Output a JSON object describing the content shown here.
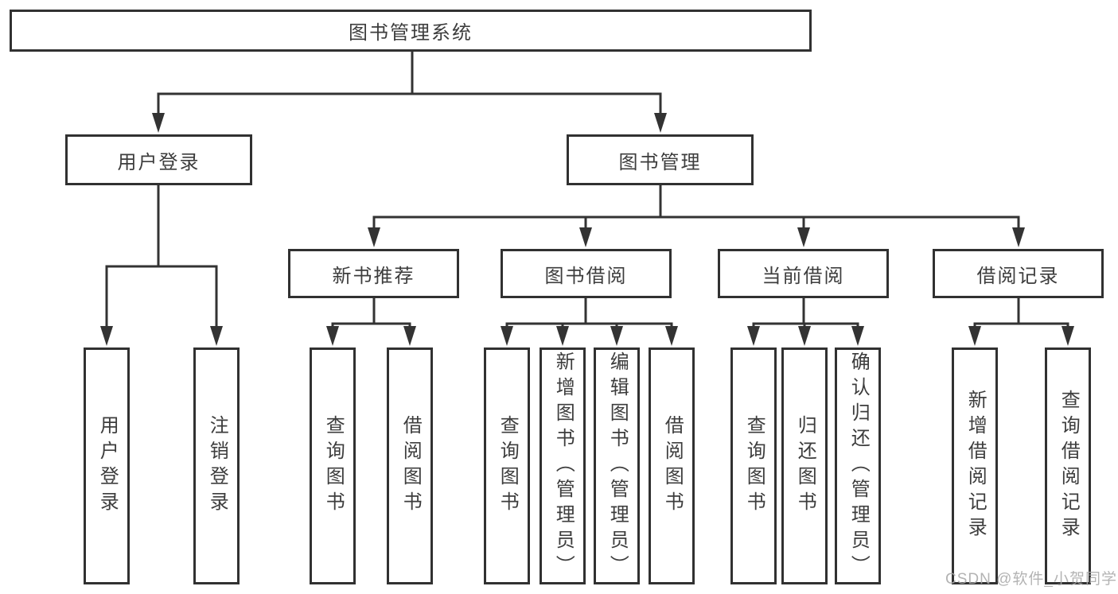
{
  "root": {
    "label": "图书管理系统"
  },
  "branches": {
    "user": {
      "label": "用户登录",
      "children": [
        {
          "label": "用户登录"
        },
        {
          "label": "注销登录"
        }
      ]
    },
    "book": {
      "label": "图书管理",
      "groups": [
        {
          "label": "新书推荐",
          "children": [
            {
              "label": "查询图书"
            },
            {
              "label": "借阅图书"
            }
          ]
        },
        {
          "label": "图书借阅",
          "children": [
            {
              "label": "查询图书"
            },
            {
              "label": "新增图书（管理员）"
            },
            {
              "label": "编辑图书（管理员）"
            },
            {
              "label": "借阅图书"
            }
          ]
        },
        {
          "label": "当前借阅",
          "children": [
            {
              "label": "查询图书"
            },
            {
              "label": "归还图书"
            },
            {
              "label": "确认归还（管理员）"
            }
          ]
        },
        {
          "label": "借阅记录",
          "children": [
            {
              "label": "新增借阅记录"
            },
            {
              "label": "查询借阅记录"
            }
          ]
        }
      ]
    }
  },
  "watermark": "CSDN @软件_小贺同学",
  "colors": {
    "line": "#333333",
    "box_border": "#313131",
    "text": "#3d3d3d",
    "watermark": "#a8a8a8",
    "background": "#ffffff"
  }
}
